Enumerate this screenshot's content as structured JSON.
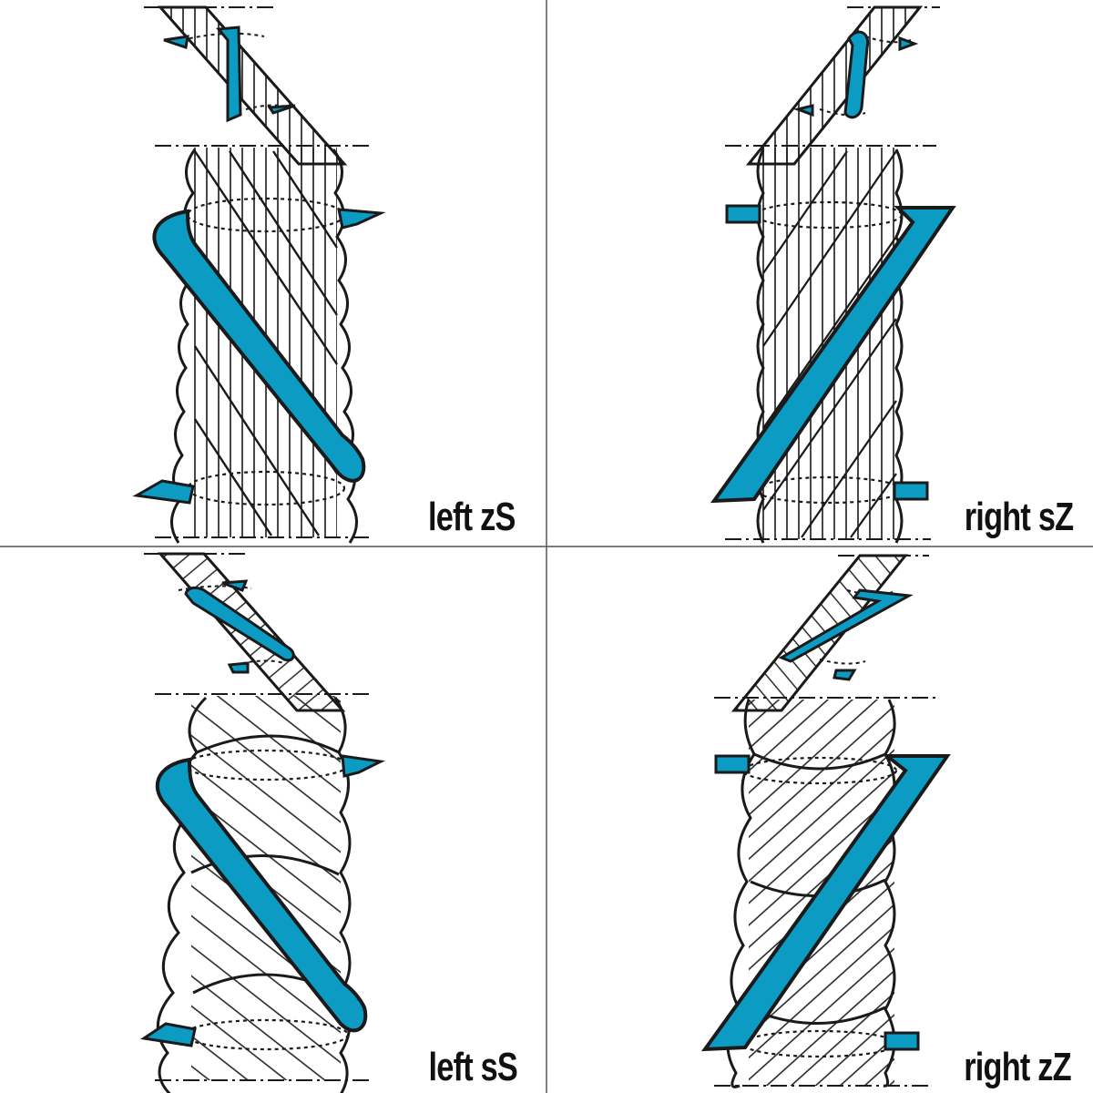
{
  "colors": {
    "accent": "#0b9bc3",
    "ink": "#1a1a1a",
    "background": "#ffffff",
    "divider": "#555555"
  },
  "panels": [
    {
      "label": "left zS",
      "strand_twist": "z",
      "rope_twist": "S"
    },
    {
      "label": "right sZ",
      "strand_twist": "s",
      "rope_twist": "Z"
    },
    {
      "label": "left sS",
      "strand_twist": "s",
      "rope_twist": "S"
    },
    {
      "label": "right zZ",
      "strand_twist": "z",
      "rope_twist": "Z"
    }
  ]
}
